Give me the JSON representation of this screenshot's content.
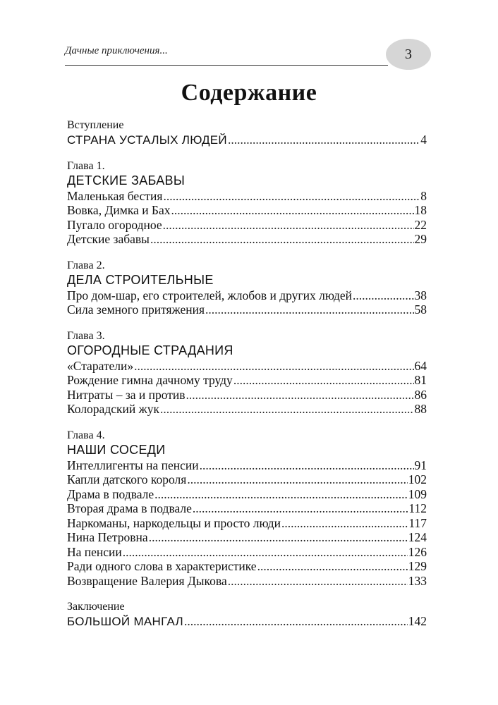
{
  "header": {
    "running_title": "Дачные приключения...",
    "page_number": "3"
  },
  "title": "Содержание",
  "sections": {
    "intro": {
      "label": "Вступление",
      "entry": {
        "text": "СТРАНА УСТАЛЫХ ЛЮДЕЙ",
        "page": "4"
      }
    },
    "ch1": {
      "label": "Глава 1.",
      "heading": "ДЕТСКИЕ ЗАБАВЫ",
      "entries": [
        {
          "text": "Маленькая бестия",
          "page": "8"
        },
        {
          "text": "Вовка, Димка и Бах",
          "page": "18"
        },
        {
          "text": "Пугало огородное",
          "page": "22"
        },
        {
          "text": "Детские забавы",
          "page": "29"
        }
      ]
    },
    "ch2": {
      "label": "Глава 2.",
      "heading": "ДЕЛА СТРОИТЕЛЬНЫЕ",
      "entries": [
        {
          "text": "Про дом-шар, его строителей, жлобов и других людей",
          "page": "38"
        },
        {
          "text": "Сила земного притяжения",
          "page": "58"
        }
      ]
    },
    "ch3": {
      "label": "Глава 3.",
      "heading": "ОГОРОДНЫЕ СТРАДАНИЯ",
      "entries": [
        {
          "text": "«Старатели»",
          "page": "64"
        },
        {
          "text": "Рождение гимна дачному труду",
          "page": "81"
        },
        {
          "text": "Нитраты – за и против",
          "page": "86"
        },
        {
          "text": "Колорадский жук",
          "page": "88"
        }
      ]
    },
    "ch4": {
      "label": "Глава 4.",
      "heading": "НАШИ СОСЕДИ",
      "entries": [
        {
          "text": "Интеллигенты на пенсии",
          "page": "91"
        },
        {
          "text": "Капли датского короля",
          "page": "102"
        },
        {
          "text": "Драма в подвале",
          "page": "109"
        },
        {
          "text": "Вторая драма в подвале",
          "page": "112"
        },
        {
          "text": "Наркоманы, наркодельцы и просто люди",
          "page": "117"
        },
        {
          "text": "Нина Петровна",
          "page": "124"
        },
        {
          "text": "На пенсии",
          "page": "126"
        },
        {
          "text": "Ради одного слова в  характеристике",
          "page": "129"
        },
        {
          "text": "Возвращение Валерия Дыкова",
          "page": "133"
        }
      ]
    },
    "outro": {
      "label": "Заключение",
      "entry": {
        "text": "БОЛЬШОЙ МАНГАЛ",
        "page": "142"
      }
    }
  },
  "colors": {
    "page_badge_bg": "#d6d6d6",
    "text": "#111111"
  }
}
